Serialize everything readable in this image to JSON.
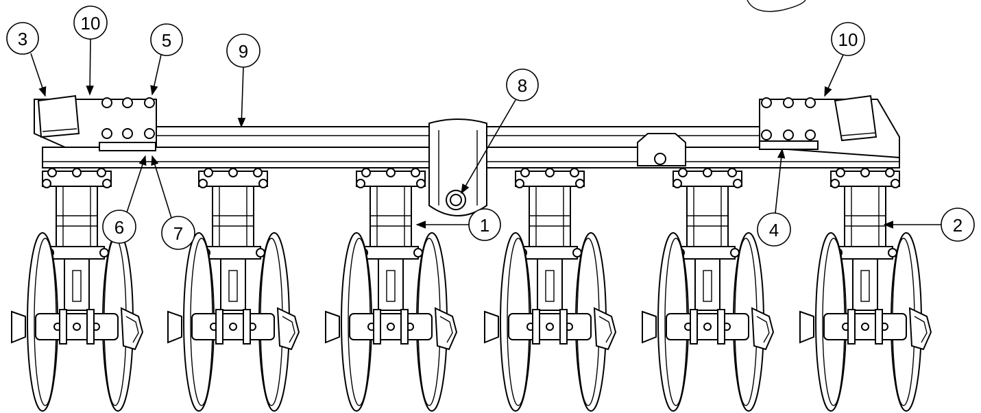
{
  "diagram": {
    "callouts": [
      {
        "label": "3"
      },
      {
        "label": "10"
      },
      {
        "label": "5"
      },
      {
        "label": "9"
      },
      {
        "label": "8"
      },
      {
        "label": "10"
      },
      {
        "label": "6"
      },
      {
        "label": "7"
      },
      {
        "label": "1"
      },
      {
        "label": "4"
      },
      {
        "label": "2"
      }
    ]
  }
}
